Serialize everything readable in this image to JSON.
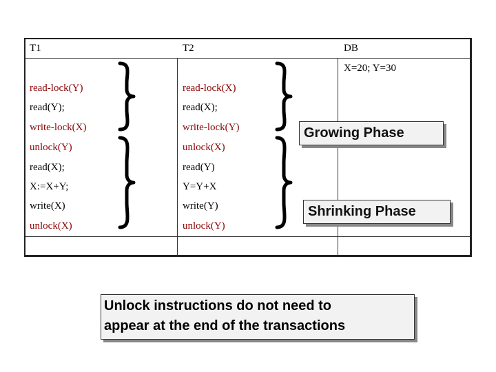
{
  "table": {
    "headers": {
      "t1": "T1",
      "t2": "T2",
      "db": "DB"
    },
    "db_value": "X=20; Y=30",
    "rows": [
      {
        "t1": "read-lock(Y)",
        "t2": "read-lock(X)"
      },
      {
        "t1": "read(Y);",
        "t2": "read(X);"
      },
      {
        "t1": "write-lock(X)",
        "t2": "write-lock(Y)"
      },
      {
        "t1": "unlock(Y)",
        "t2": "unlock(X)"
      },
      {
        "t1": "read(X);",
        "t2": "read(Y)"
      },
      {
        "t1": "X:=X+Y;",
        "t2": "Y=Y+X"
      },
      {
        "t1": "write(X)",
        "t2": "write(Y)"
      },
      {
        "t1": "unlock(X)",
        "t2": "unlock(Y)"
      }
    ]
  },
  "phases": {
    "growing": "Growing Phase",
    "shrinking": "Shrinking  Phase"
  },
  "note": {
    "line1": "Unlock instructions do not need to",
    "line2": "appear at the end of the transactions"
  },
  "colors": {
    "lock_text": "#8b0000",
    "box_fill": "#f2f2f2",
    "shadow": "#888888"
  }
}
